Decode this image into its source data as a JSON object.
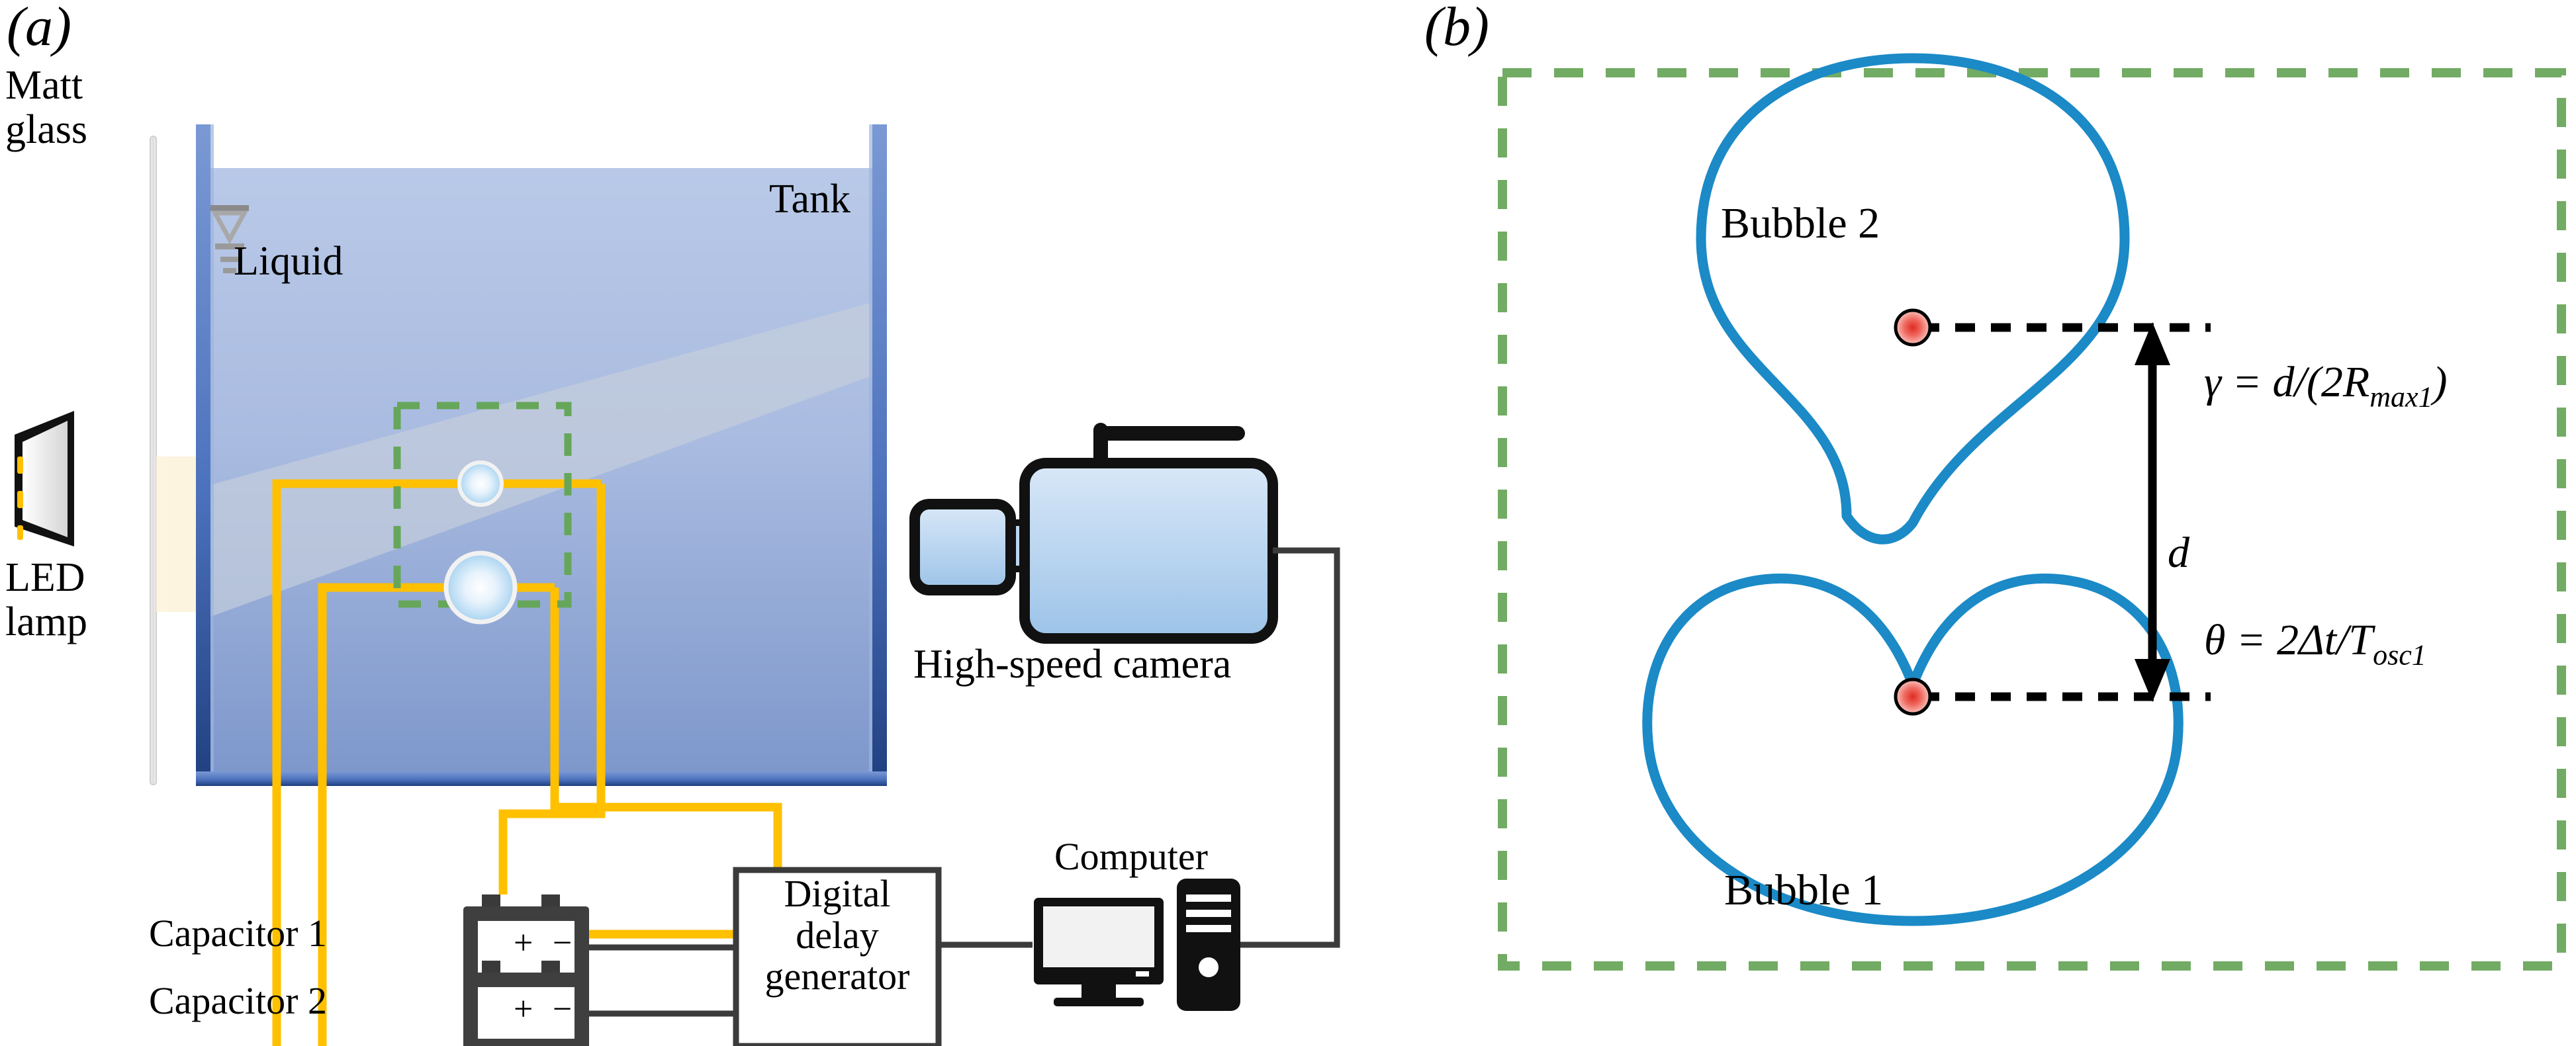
{
  "figure": {
    "panels": [
      {
        "id": "a",
        "tag": "(a)",
        "title": "Experimental setup schematic"
      },
      {
        "id": "b",
        "tag": "(b)",
        "title": "Bubble pair definition sketch"
      }
    ]
  },
  "panel_a": {
    "tag": "(a)",
    "labels": {
      "matt_glass": "Matt\nglass",
      "led_lamp": "LED\nlamp",
      "liquid": "Liquid",
      "tank": "Tank",
      "high_speed_camera": "High-speed camera",
      "capacitor_1": "Capacitor 1",
      "capacitor_2": "Capacitor 2",
      "digital_delay_generator": "Digital\ndelay\ngenerator",
      "computer": "Computer"
    },
    "capacitor_terminals": {
      "positive": "+",
      "negative": "−"
    },
    "icons": {
      "water_level": "water-level-symbol",
      "led_panel": "led-panel-icon",
      "matt_glass_plate": "matt-glass-plate-icon",
      "camera": "high-speed-camera-icon",
      "monitor": "computer-monitor-icon",
      "tower": "computer-tower-icon",
      "battery": "capacitor-battery-icon"
    },
    "colors": {
      "tank_wall": "#2a4a8a",
      "liquid_top": "#b5c6e6",
      "liquid_bottom": "#7b95c9",
      "light_beam": "#c7d0dd",
      "electrode_wire": "#ffc000",
      "roi_dashed": "#66a65a",
      "signal_wire": "#404040",
      "glass": "#e8e8e8",
      "led_yellow": "#ffc000",
      "camera_body": "#b9d3ee"
    }
  },
  "panel_b": {
    "tag": "(b)",
    "labels": {
      "bubble_1": "Bubble 1",
      "bubble_2": "Bubble 2",
      "distance": "d"
    },
    "equations": {
      "gamma": "γ = d/(2R",
      "gamma_sub": "max1",
      "gamma_tail": ")",
      "theta": "θ = 2Δt/T",
      "theta_sub": "osc1",
      "gamma_full": "γ = d/(2Rmax1)",
      "theta_full": "θ = 2Δt/Tosc1"
    },
    "colors": {
      "bubble_outline": "#1b8ac7",
      "roi_dashed": "#66a65a",
      "center_marker": "#e8403a",
      "annotation": "#000000"
    },
    "icons": {
      "bubble_center_1": "bubble-center-marker-icon",
      "bubble_center_2": "bubble-center-marker-icon",
      "distance_arrow": "double-arrow-icon"
    }
  }
}
